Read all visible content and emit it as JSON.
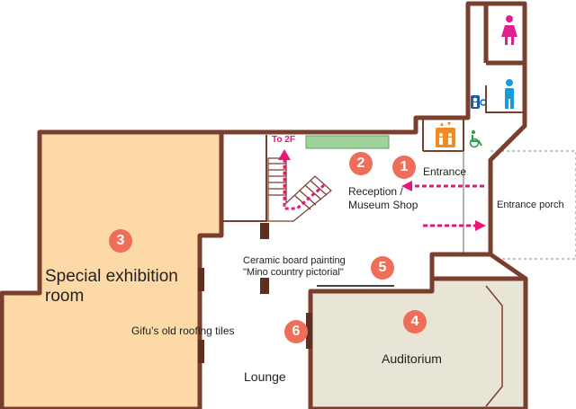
{
  "rooms": {
    "special_exhibition": {
      "line1": "Special exhibition",
      "line2": "room",
      "number": "3"
    },
    "auditorium": {
      "label": "Auditorium",
      "number": "4"
    },
    "lounge": {
      "label": "Lounge"
    },
    "roofing_tiles": {
      "label": "Gifu’s old roofing tiles",
      "number": "6"
    },
    "ceramic_painting": {
      "line1": "Ceramic board painting",
      "line2": "\"Mino country pictorial\"",
      "number": "5"
    },
    "reception": {
      "line1": "Reception /",
      "line2": "Museum Shop",
      "number": "2"
    },
    "entrance": {
      "label": "Entrance",
      "number": "1"
    },
    "entrance_porch": {
      "label": "Entrance porch"
    },
    "stairs": {
      "label": "To 2F"
    }
  },
  "icons": [
    "female-restroom-icon",
    "male-restroom-icon",
    "elevator-icon",
    "wheelchair-icon",
    "baby-care-icon"
  ],
  "colors": {
    "wall": "#7a3e2c",
    "exhibition_fill": "#fdd9a8",
    "auditorium_fill": "#e8e4d6",
    "badge": "#ee6e5a",
    "route": "#e8157a",
    "reception_counter": "#9dd39a",
    "female_icon": "#e0208c",
    "male_icon": "#1a9ad6",
    "elevator_icon": "#f08b1e",
    "wheelchair_icon": "#2e9a4b",
    "baby_icon": "#1a5ea8"
  }
}
